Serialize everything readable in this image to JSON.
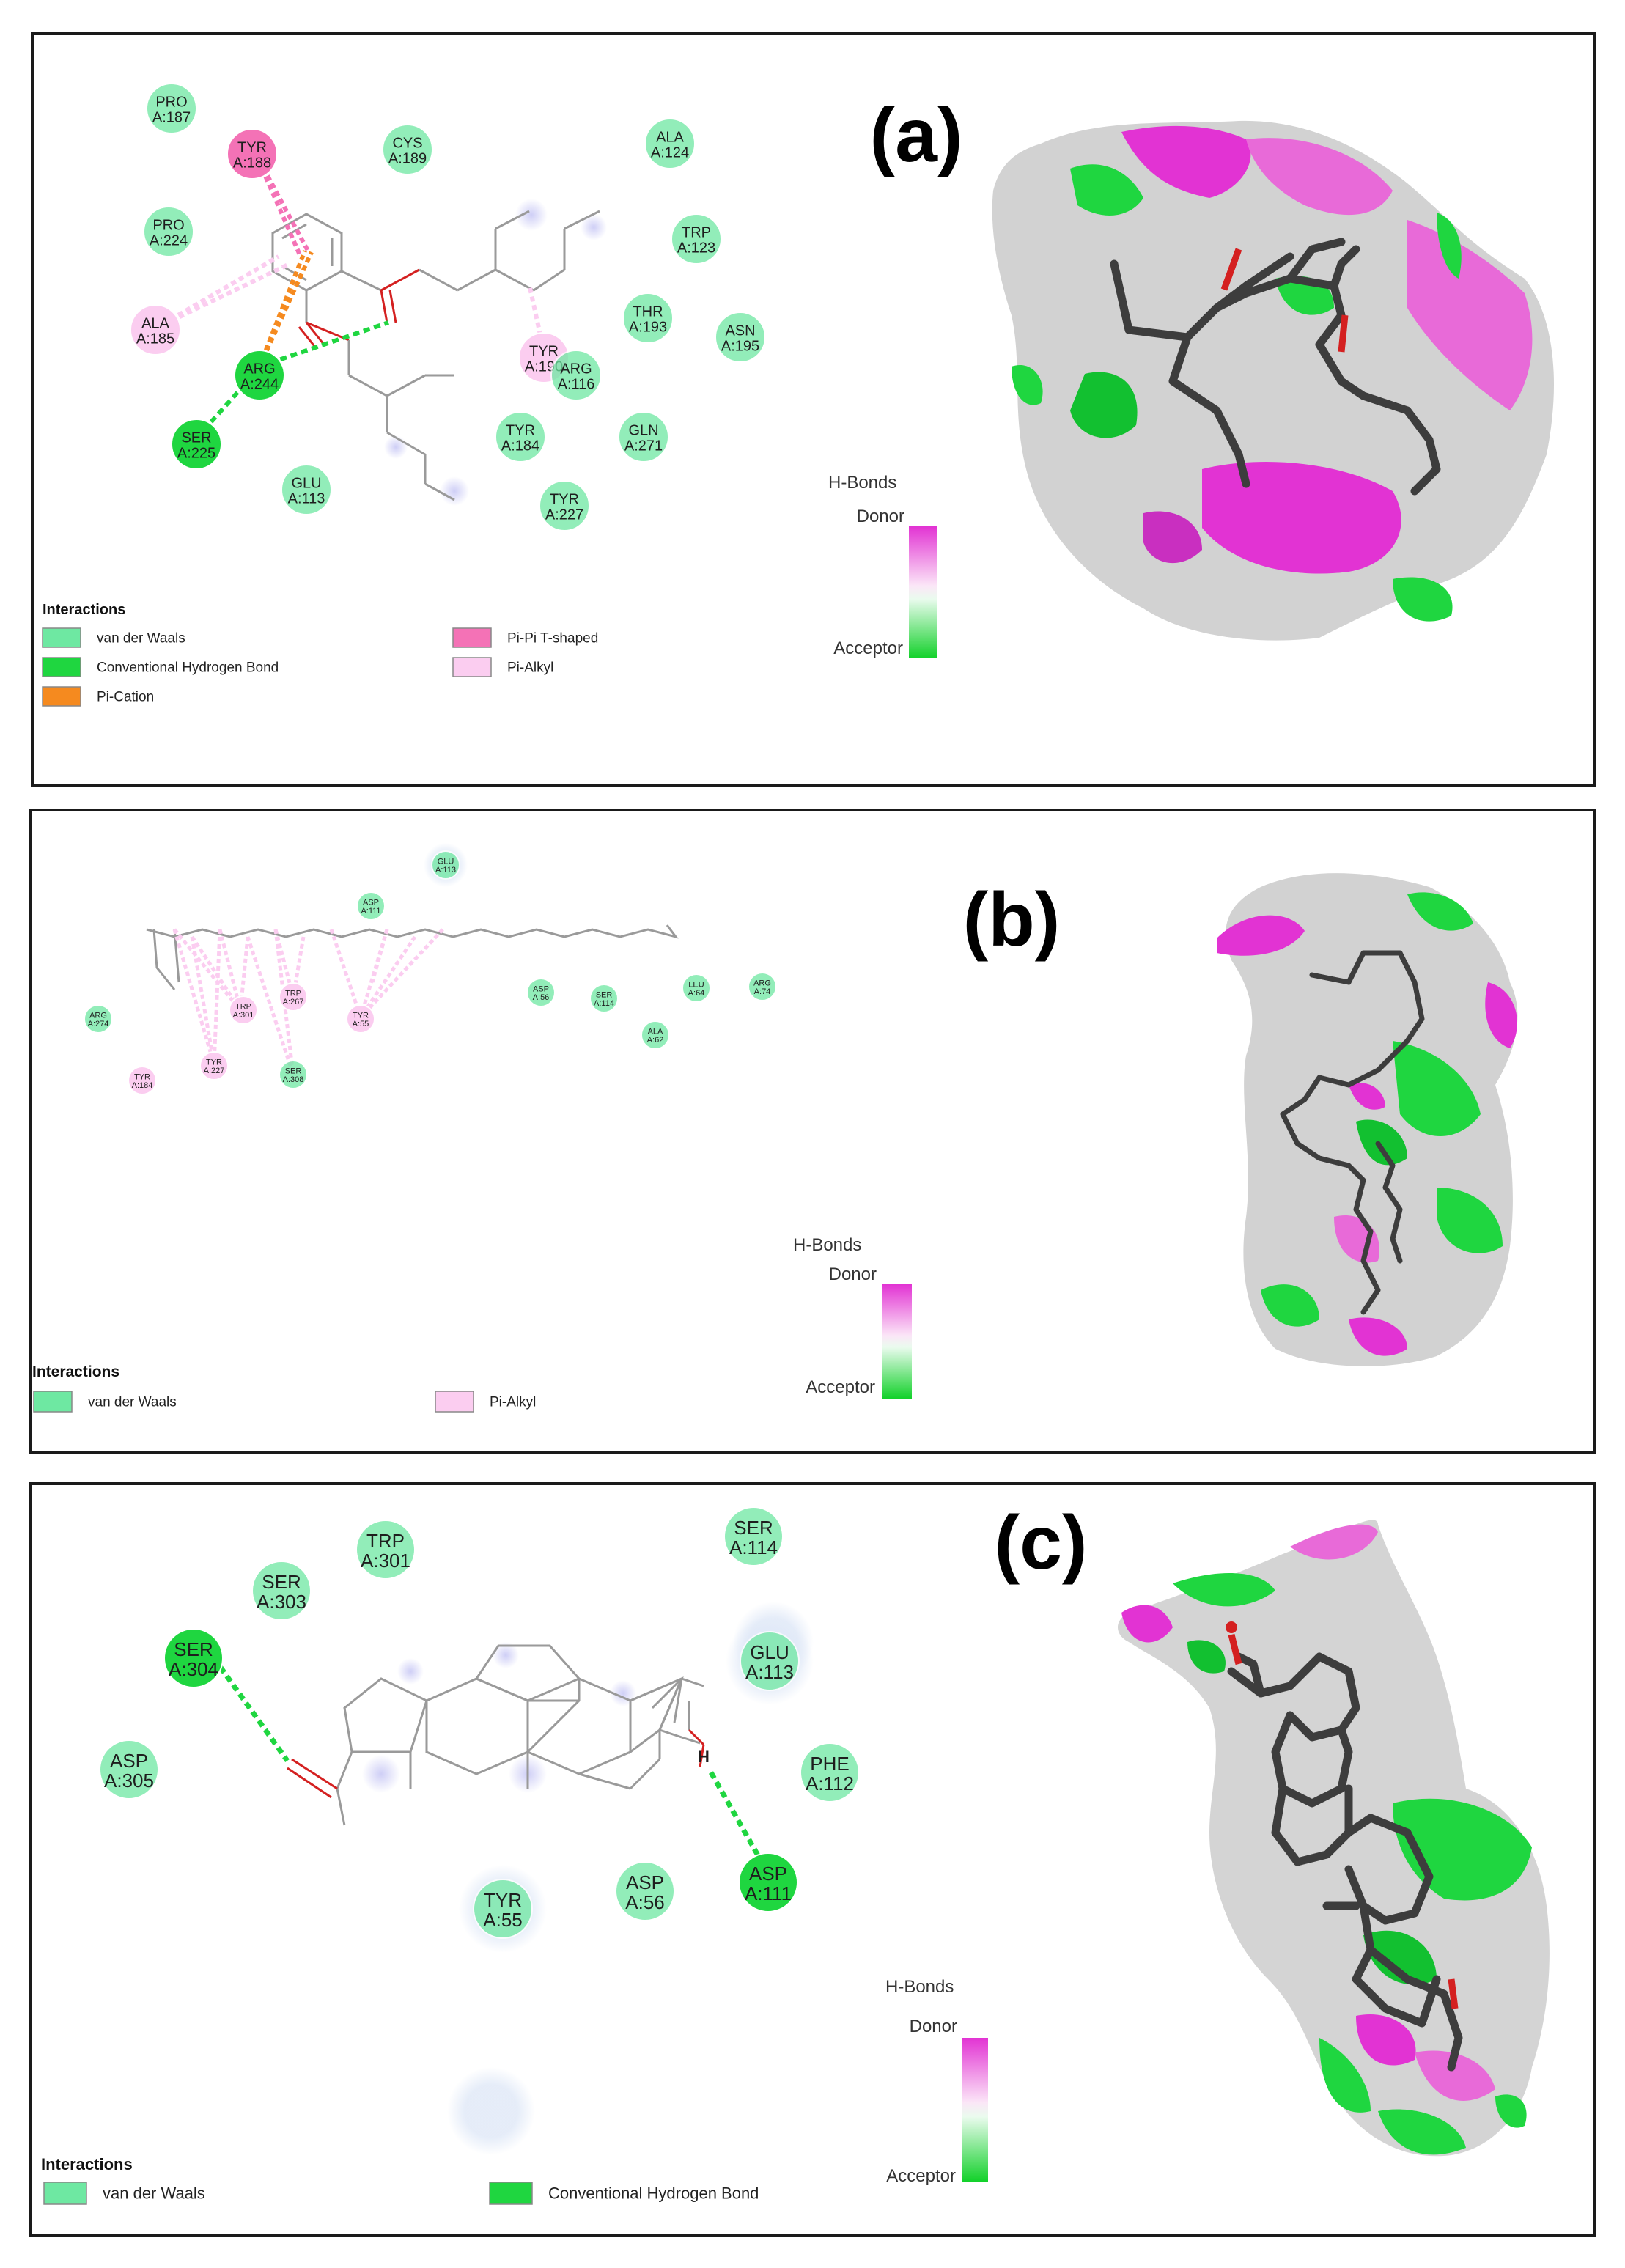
{
  "colors": {
    "van_der_waals": "#6ee8a2",
    "conventional_hbond": "#1fd640",
    "pi_cation": "#f58a1f",
    "pi_pi_t": "#f472b6",
    "pi_alkyl": "#fbcdf0",
    "donor": "#e233d3",
    "acceptor": "#12d12a",
    "ligand_bond": "#9a9a9a",
    "oxygen": "#d42020",
    "surface_gray": "#cfcfcf",
    "stick": "#3d3d3d"
  },
  "panels": [
    {
      "label": "(a)",
      "residues": [
        {
          "name": "PRO",
          "id": "A:187",
          "type": "vdw"
        },
        {
          "name": "TYR",
          "id": "A:188",
          "type": "pi_pi_t"
        },
        {
          "name": "CYS",
          "id": "A:189",
          "type": "vdw"
        },
        {
          "name": "ALA",
          "id": "A:124",
          "type": "vdw"
        },
        {
          "name": "PRO",
          "id": "A:224",
          "type": "vdw"
        },
        {
          "name": "TRP",
          "id": "A:123",
          "type": "vdw"
        },
        {
          "name": "THR",
          "id": "A:193",
          "type": "vdw"
        },
        {
          "name": "ASN",
          "id": "A:195",
          "type": "vdw"
        },
        {
          "name": "ALA",
          "id": "A:185",
          "type": "pi_alkyl"
        },
        {
          "name": "ARG",
          "id": "A:244",
          "type": "hbond"
        },
        {
          "name": "TYR",
          "id": "A:190",
          "type": "pi_alkyl"
        },
        {
          "name": "ARG",
          "id": "A:116",
          "type": "vdw"
        },
        {
          "name": "SER",
          "id": "A:225",
          "type": "hbond"
        },
        {
          "name": "TYR",
          "id": "A:184",
          "type": "vdw"
        },
        {
          "name": "GLN",
          "id": "A:271",
          "type": "vdw"
        },
        {
          "name": "GLU",
          "id": "A:113",
          "type": "vdw"
        },
        {
          "name": "TYR",
          "id": "A:227",
          "type": "vdw"
        }
      ],
      "legend_title": "Interactions",
      "legend": [
        {
          "label": "van der Waals",
          "type": "vdw"
        },
        {
          "label": "Conventional Hydrogen Bond",
          "type": "hbond"
        },
        {
          "label": "Pi-Cation",
          "type": "pi_cation"
        },
        {
          "label": "Pi-Pi T-shaped",
          "type": "pi_pi_t"
        },
        {
          "label": "Pi-Alkyl",
          "type": "pi_alkyl"
        }
      ],
      "hbonds_scale": {
        "title": "H-Bonds",
        "donor": "Donor",
        "acceptor": "Acceptor"
      }
    },
    {
      "label": "(b)",
      "residues": [
        {
          "name": "GLU",
          "id": "A:113",
          "type": "vdw"
        },
        {
          "name": "ASP",
          "id": "A:111",
          "type": "vdw"
        },
        {
          "name": "TRP",
          "id": "A:267",
          "type": "pi_alkyl"
        },
        {
          "name": "TRP",
          "id": "A:301",
          "type": "pi_alkyl"
        },
        {
          "name": "TYR",
          "id": "A:55",
          "type": "pi_alkyl"
        },
        {
          "name": "ASP",
          "id": "A:56",
          "type": "vdw"
        },
        {
          "name": "SER",
          "id": "A:114",
          "type": "vdw"
        },
        {
          "name": "LEU",
          "id": "A:64",
          "type": "vdw"
        },
        {
          "name": "ARG",
          "id": "A:74",
          "type": "vdw"
        },
        {
          "name": "ALA",
          "id": "A:62",
          "type": "vdw"
        },
        {
          "name": "ARG",
          "id": "A:274",
          "type": "vdw"
        },
        {
          "name": "TYR",
          "id": "A:227",
          "type": "pi_alkyl"
        },
        {
          "name": "TYR",
          "id": "A:184",
          "type": "pi_alkyl"
        },
        {
          "name": "SER",
          "id": "A:308",
          "type": "vdw"
        }
      ],
      "legend_title": "Interactions",
      "legend": [
        {
          "label": "van der Waals",
          "type": "vdw"
        },
        {
          "label": "Pi-Alkyl",
          "type": "pi_alkyl"
        }
      ],
      "hbonds_scale": {
        "title": "H-Bonds",
        "donor": "Donor",
        "acceptor": "Acceptor"
      }
    },
    {
      "label": "(c)",
      "residues": [
        {
          "name": "TRP",
          "id": "A:301",
          "type": "vdw"
        },
        {
          "name": "SER",
          "id": "A:114",
          "type": "vdw"
        },
        {
          "name": "SER",
          "id": "A:303",
          "type": "vdw"
        },
        {
          "name": "SER",
          "id": "A:304",
          "type": "hbond"
        },
        {
          "name": "GLU",
          "id": "A:113",
          "type": "vdw"
        },
        {
          "name": "ASP",
          "id": "A:305",
          "type": "vdw"
        },
        {
          "name": "PHE",
          "id": "A:112",
          "type": "vdw"
        },
        {
          "name": "ASP",
          "id": "A:111",
          "type": "hbond"
        },
        {
          "name": "ASP",
          "id": "A:56",
          "type": "vdw"
        },
        {
          "name": "TYR",
          "id": "A:55",
          "type": "vdw"
        }
      ],
      "hydrogen_label": "H",
      "legend_title": "Interactions",
      "legend": [
        {
          "label": "van der Waals",
          "type": "vdw"
        },
        {
          "label": "Conventional Hydrogen Bond",
          "type": "hbond"
        }
      ],
      "hbonds_scale": {
        "title": "H-Bonds",
        "donor": "Donor",
        "acceptor": "Acceptor"
      }
    }
  ]
}
